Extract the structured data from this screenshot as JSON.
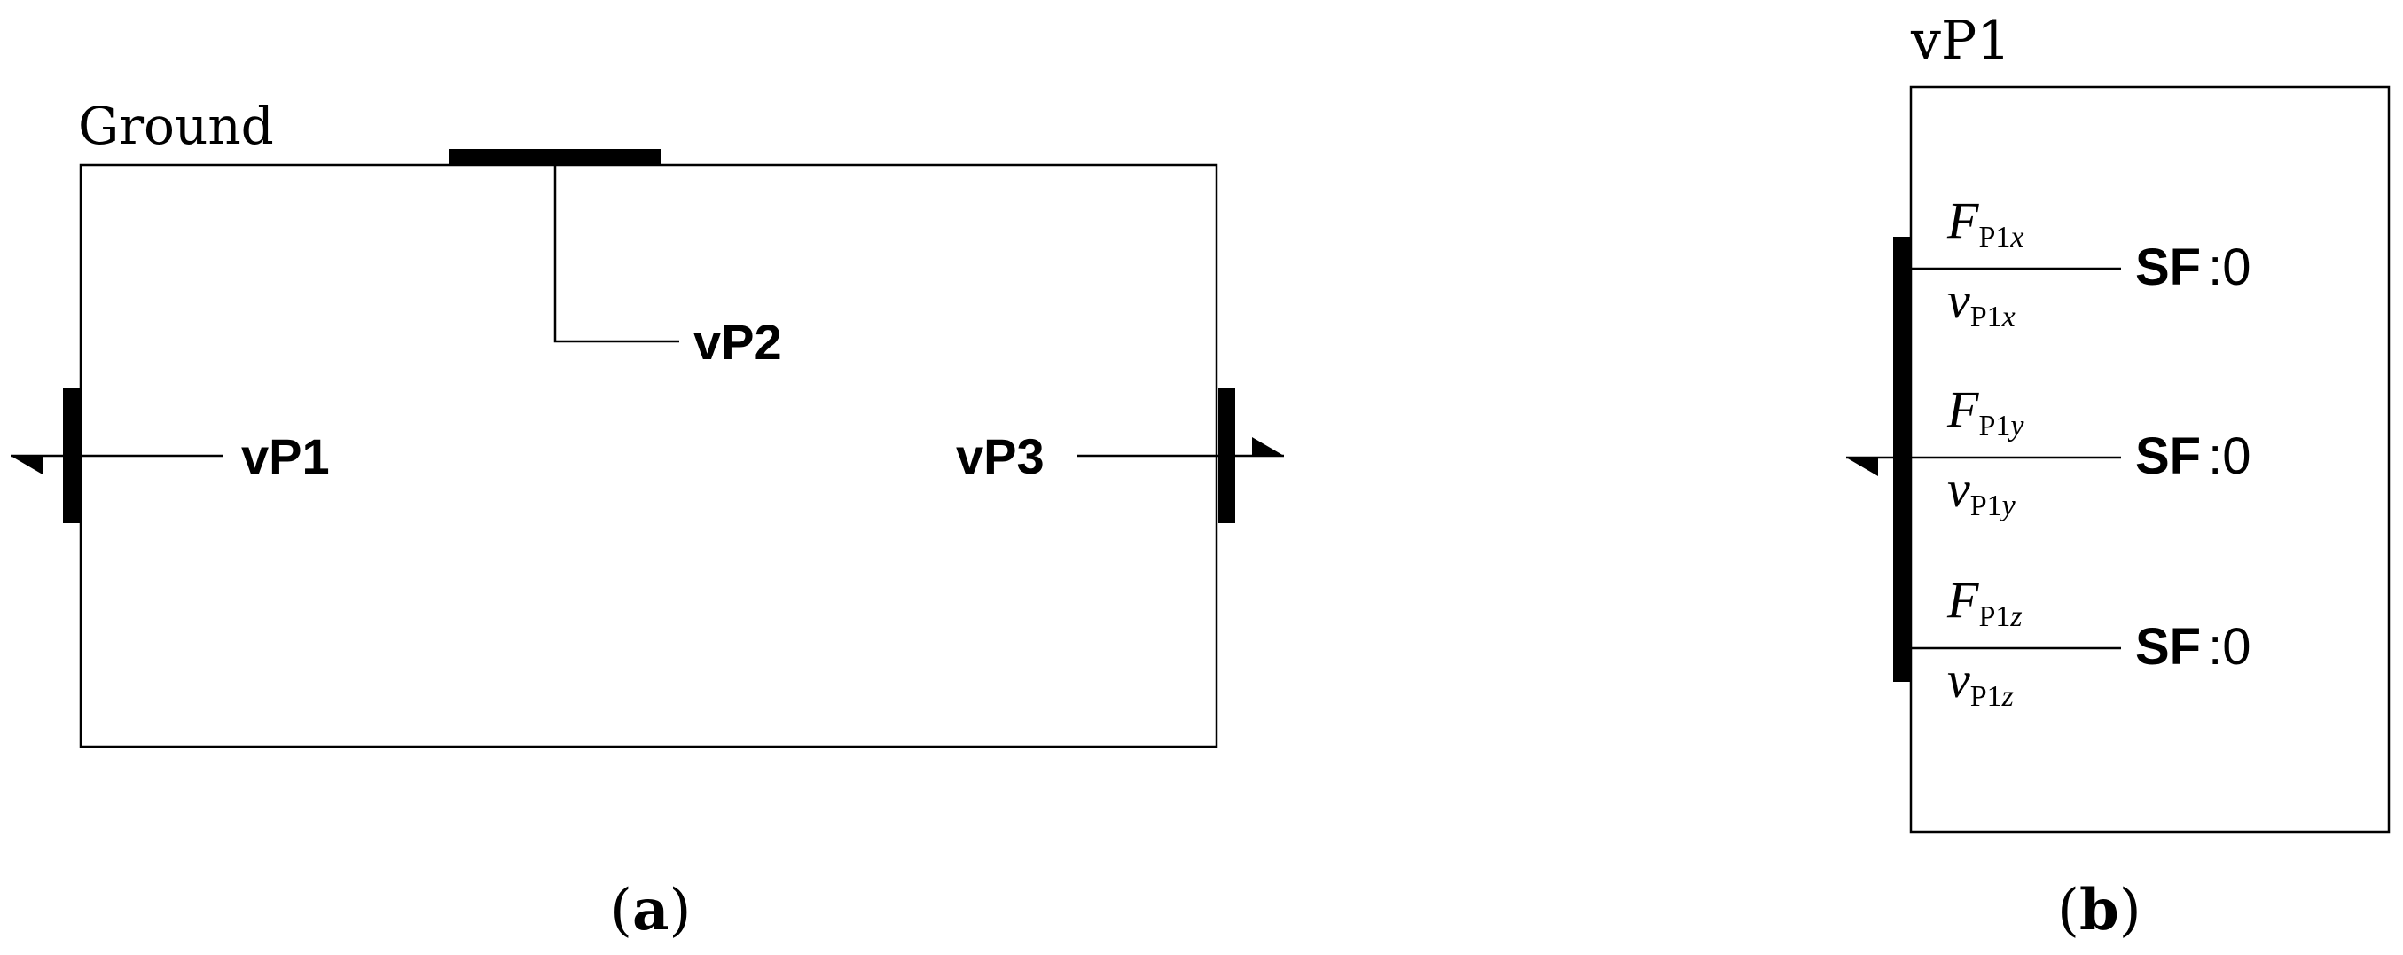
{
  "panel_a": {
    "ground_label": "Ground",
    "ports": {
      "vP1": "vP1",
      "vP2": "vP2",
      "vP3": "vP3"
    },
    "caption_letter": "a"
  },
  "panel_b": {
    "block_title": "vP1",
    "rows": [
      {
        "force_symbol": "F",
        "force_sub_main": "P1",
        "force_sub_axis": "x",
        "velocity_symbol": "v",
        "velocity_sub_main": "P1",
        "velocity_sub_axis": "x",
        "sf_label": "SF",
        "sf_value": ":0"
      },
      {
        "force_symbol": "F",
        "force_sub_main": "P1",
        "force_sub_axis": "y",
        "velocity_symbol": "v",
        "velocity_sub_main": "P1",
        "velocity_sub_axis": "y",
        "sf_label": "SF",
        "sf_value": ":0"
      },
      {
        "force_symbol": "F",
        "force_sub_main": "P1",
        "force_sub_axis": "z",
        "velocity_symbol": "v",
        "velocity_sub_main": "P1",
        "velocity_sub_axis": "z",
        "sf_label": "SF",
        "sf_value": ":0"
      }
    ],
    "caption_letter": "b"
  },
  "captions": {
    "open_paren": "(",
    "close_paren": ")"
  }
}
